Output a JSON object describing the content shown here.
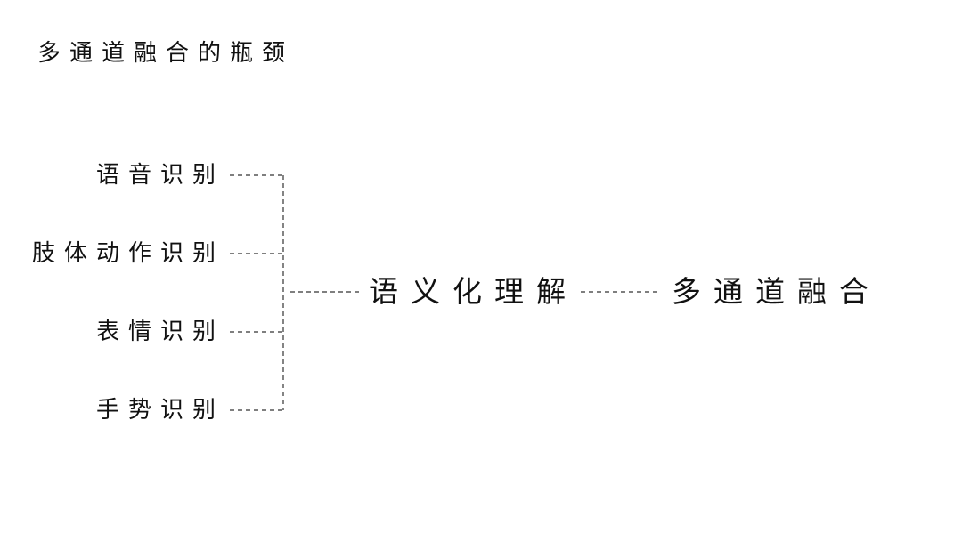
{
  "title": "多通道融合的瓶颈",
  "inputs": [
    {
      "label": "语音识别"
    },
    {
      "label": "肢体动作识别"
    },
    {
      "label": "表情识别"
    },
    {
      "label": "手势识别"
    }
  ],
  "middle": {
    "label": "语义化理解"
  },
  "output": {
    "label": "多通道融合"
  },
  "colors": {
    "text": "#111111",
    "line": "#333333",
    "background": "#ffffff"
  }
}
